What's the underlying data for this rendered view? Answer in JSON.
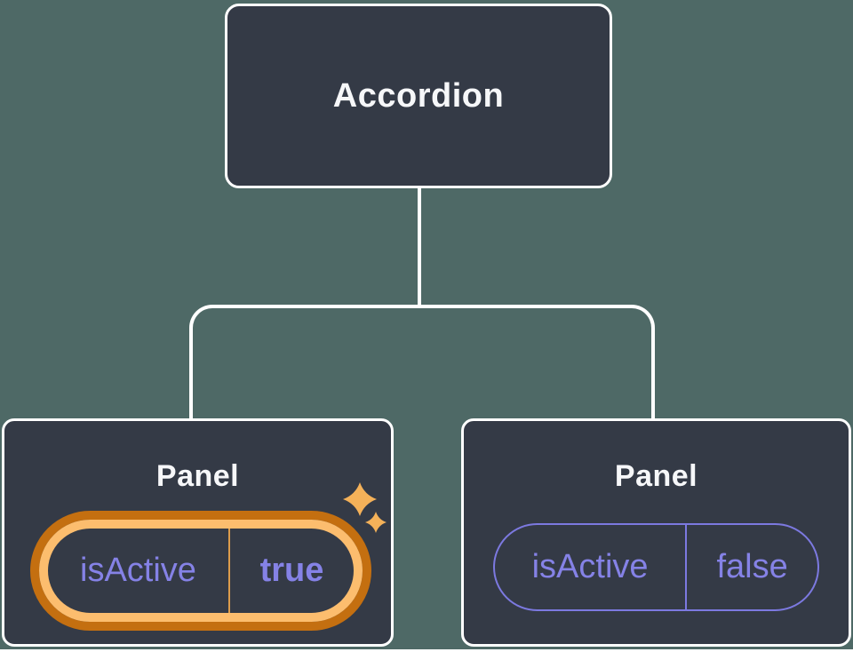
{
  "diagram": {
    "root_label": "Accordion",
    "panels": [
      {
        "title": "Panel",
        "prop_name": "isActive",
        "prop_value": "true",
        "highlighted": true
      },
      {
        "title": "Panel",
        "prop_name": "isActive",
        "prop_value": "false",
        "highlighted": false
      }
    ]
  },
  "colors": {
    "background": "#4e6966",
    "node_fill": "#343a46",
    "node_border": "#ffffff",
    "text_primary": "#f6f7f9",
    "prop_text": "#8582e6",
    "prop_border": "#7c79e0",
    "highlight_outer": "#c46f10",
    "highlight_inner": "#fcbd6e",
    "highlight_divider": "#dd9c4c",
    "sparkle": "#f4b159"
  }
}
